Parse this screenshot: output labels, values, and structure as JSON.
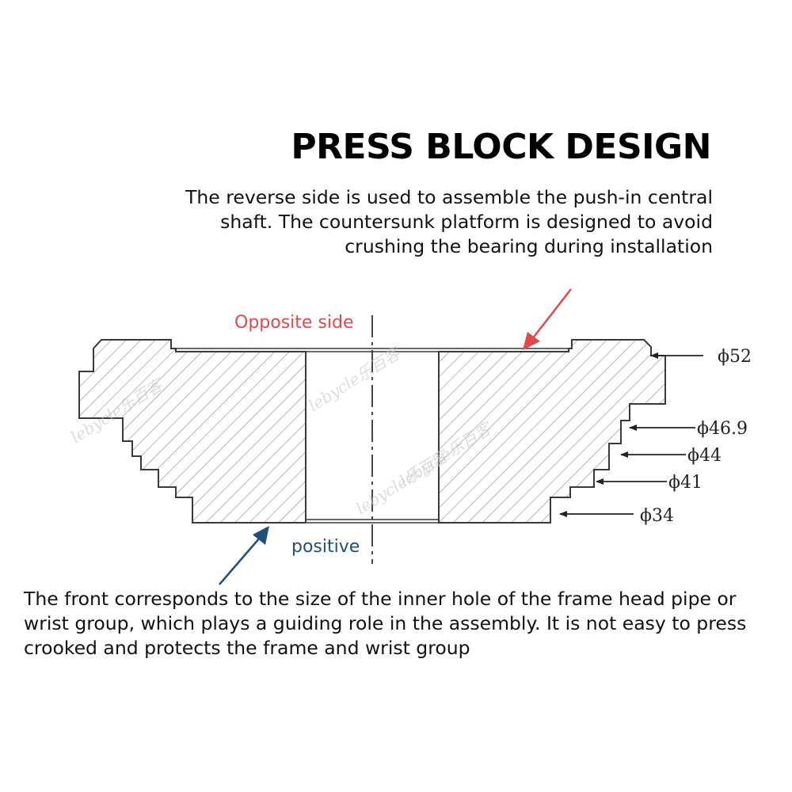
{
  "title": "PRESS BLOCK DESIGN",
  "top_description": [
    "The reverse side is used to assemble the push-in central",
    "shaft. The countersunk platform is designed to avoid",
    "crushing the bearing during installation"
  ],
  "bottom_description": [
    "The front corresponds to the size of the inner hole of the frame head pipe or",
    "wrist group, which plays a guiding role in the assembly. It is not easy to press",
    "crooked and protects the frame and wrist group"
  ],
  "labels": {
    "opposite_side": "Opposite side",
    "positive": "positive"
  },
  "dimensions": [
    "ϕ52",
    "ϕ46.9",
    "ϕ44",
    "ϕ41",
    "ϕ34"
  ],
  "watermark": "lebycle乐百客",
  "colors": {
    "opposite_side": "#e04a4a",
    "positive": "#1f4f7a",
    "outline": "#3a3a3a",
    "hatch": "#8a8a8a"
  },
  "icons": {
    "opposite_arrow": "red-arrow-icon",
    "positive_arrow": "blue-arrow-icon"
  }
}
